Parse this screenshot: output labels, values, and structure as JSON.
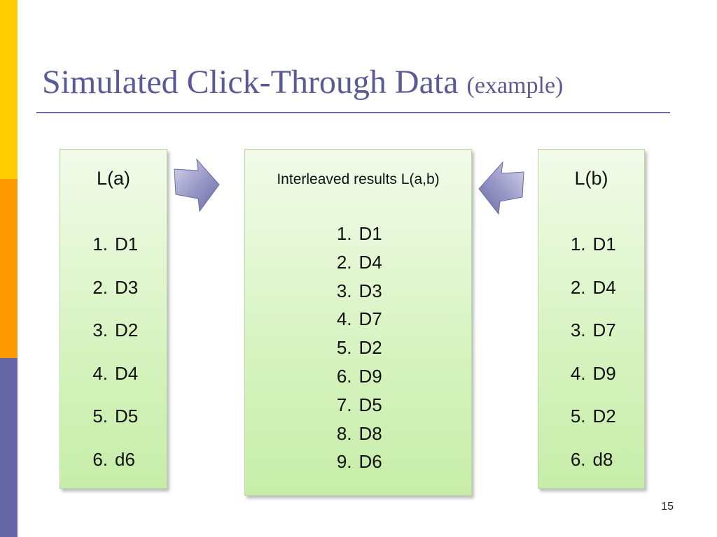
{
  "title": {
    "main": "Simulated Click-Through Data",
    "sub": "(example)"
  },
  "list_a": {
    "heading": "L(a)",
    "items": [
      {
        "num": "1.",
        "val": "D1"
      },
      {
        "num": "2.",
        "val": "D3"
      },
      {
        "num": "3.",
        "val": "D2"
      },
      {
        "num": "4.",
        "val": "D4"
      },
      {
        "num": "5.",
        "val": "D5"
      },
      {
        "num": "6.",
        "val": "d6"
      }
    ]
  },
  "interleaved": {
    "heading": "Interleaved results L(a,b)",
    "items": [
      {
        "num": "1.",
        "val": "D1"
      },
      {
        "num": "2.",
        "val": "D4"
      },
      {
        "num": "3.",
        "val": "D3"
      },
      {
        "num": "4.",
        "val": "D7"
      },
      {
        "num": "5.",
        "val": "D2"
      },
      {
        "num": "6.",
        "val": "D9"
      },
      {
        "num": "7.",
        "val": "D5"
      },
      {
        "num": "8.",
        "val": "D8"
      },
      {
        "num": "9.",
        "val": "D6"
      }
    ]
  },
  "list_b": {
    "heading": "L(b)",
    "items": [
      {
        "num": "1.",
        "val": "D1"
      },
      {
        "num": "2.",
        "val": "D4"
      },
      {
        "num": "3.",
        "val": "D7"
      },
      {
        "num": "4.",
        "val": "D9"
      },
      {
        "num": "5.",
        "val": "D2"
      },
      {
        "num": "6.",
        "val": "d8"
      }
    ]
  },
  "page_number": "15",
  "colors": {
    "title": "#5a5a96",
    "accent_yellow": "#ffcc00",
    "accent_orange": "#ff9900",
    "accent_purple": "#6666a6",
    "box_fill": "#d6f3bf",
    "arrow_fill": "#8c8cc0"
  },
  "icons": {
    "arrow_right": "arrow-right-icon",
    "arrow_left": "arrow-left-icon"
  }
}
